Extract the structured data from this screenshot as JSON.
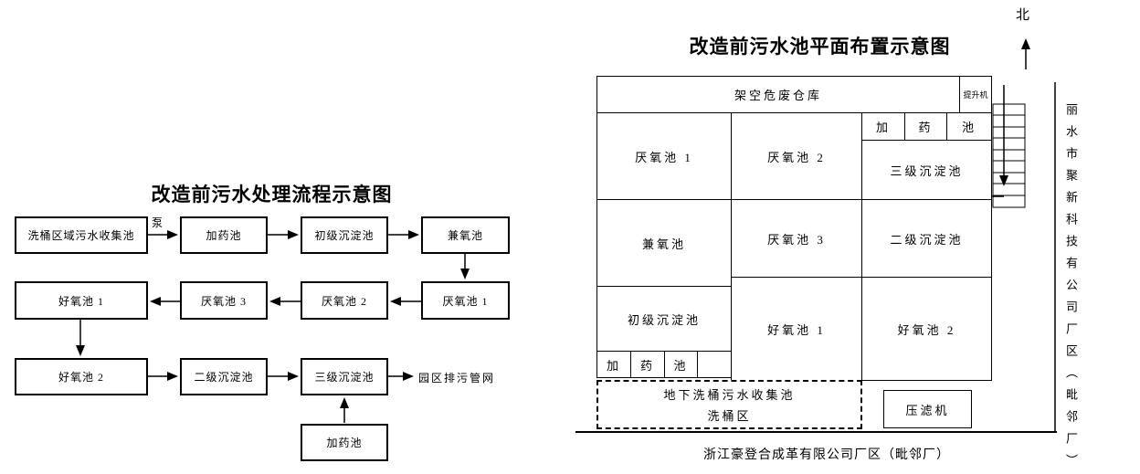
{
  "flow_diagram": {
    "title": "改造前污水处理流程示意图",
    "pump_label": "泵",
    "outlet_label": "园区排污管网",
    "boxes": {
      "collect": "洗桶区域污水收集池",
      "dosing1": "加药池",
      "primary": "初级沉淀池",
      "facultative": "兼氧池",
      "anaerobic1": "厌氧池 1",
      "anaerobic2": "厌氧池 2",
      "anaerobic3": "厌氧池 3",
      "aerobic1": "好氧池 1",
      "aerobic2": "好氧池 2",
      "secondary": "二级沉淀池",
      "tertiary": "三级沉淀池",
      "dosing2": "加药池"
    }
  },
  "plan_diagram": {
    "title": "改造前污水池平面布置示意图",
    "north_label": "北",
    "cells": {
      "warehouse": "架空危废仓库",
      "hoist": "提升机",
      "dosing_top": [
        "加",
        "药",
        "池"
      ],
      "anaerobic1": "厌氧池 1",
      "anaerobic2": "厌氧池 2",
      "tertiary": "三级沉淀池",
      "facultative": "兼氧池",
      "anaerobic3": "厌氧池 3",
      "secondary": "二级沉淀池",
      "primary": "初级沉淀池",
      "dosing_bottom": [
        "加",
        "药",
        "池"
      ],
      "aerobic1": "好氧池 1",
      "aerobic2": "好氧池 2",
      "underground_line1": "地下洗桶污水收集池",
      "underground_line2": "洗桶区",
      "filter_press": "压滤机"
    },
    "right_neighbor_label": "丽水市聚新科技有公司厂区（毗邻厂）",
    "bottom_neighbor_label": "浙江豪登合成革有限公司厂区（毗邻厂）"
  },
  "colors": {
    "line": "#000000",
    "background": "#ffffff"
  }
}
